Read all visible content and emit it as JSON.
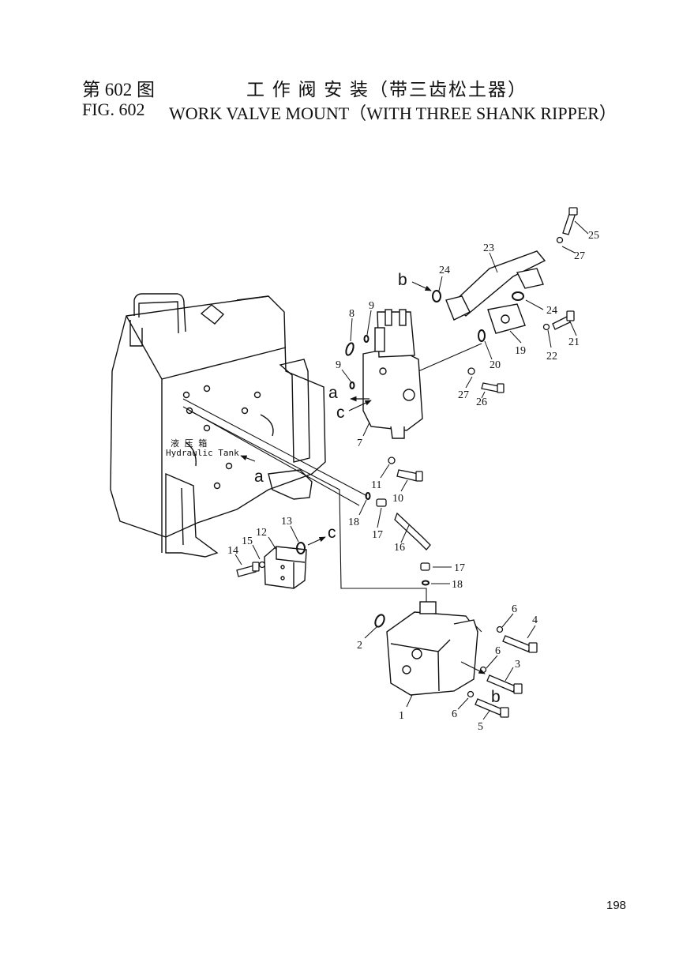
{
  "header": {
    "cn_fig_no": "第 602 图",
    "cn_title": "工 作 阀 安 装（带三齿松土器）",
    "en_fig_no": "FIG. 602",
    "en_title": "WORK VALVE MOUNT（WITH THREE SHANK RIPPER）"
  },
  "diagram": {
    "tank_label_cn": "液  压  箱",
    "tank_label_en": "Hydraulic Tank",
    "flow_markers": [
      "a",
      "a",
      "b",
      "b",
      "c",
      "c"
    ],
    "callouts": [
      "1",
      "2",
      "3",
      "4",
      "5",
      "6",
      "6",
      "6",
      "7",
      "8",
      "9",
      "9",
      "10",
      "11",
      "12",
      "13",
      "14",
      "15",
      "16",
      "17",
      "17",
      "18",
      "18",
      "19",
      "20",
      "21",
      "22",
      "23",
      "24",
      "24",
      "25",
      "26",
      "27",
      "27"
    ]
  },
  "page_number": "198"
}
